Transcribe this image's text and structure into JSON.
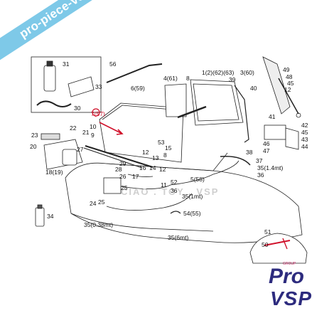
{
  "watermark_text": "pro-piece-vsp.com",
  "faint_watermark": "CIAO . TOY . VSP",
  "logo": {
    "line1": "Pro",
    "line2": "VSP",
    "tagline": "GROUP",
    "color": "#2d2b7e",
    "accent": "#c01d5b"
  },
  "banner_color": "#7ec9e8",
  "highlight_color": "#d0102a",
  "parts": {
    "p31": "31",
    "p33": "33",
    "p30": "30",
    "p56": "56",
    "p6": "6(59)",
    "p4": "4(61)",
    "p8top": "8",
    "p1": "1(2)(62)(63)",
    "p3": "3(60)",
    "p39": "39",
    "p40": "40",
    "p49": "49",
    "p48": "48",
    "p45a": "45",
    "p12a": "12",
    "p7": "7(57)",
    "p10": "10",
    "p9": "9",
    "p22": "22",
    "p21": "21",
    "p23": "23",
    "p20": "20",
    "p27": "27",
    "p18": "18(19)",
    "p53": "53",
    "p15": "15",
    "p12b": "12",
    "p13": "13",
    "p8b": "8",
    "p41": "41",
    "p42": "42",
    "p45b": "45",
    "p43": "43",
    "p44": "44",
    "p46": "46",
    "p47": "47",
    "p38": "38",
    "p37": "37",
    "p35a": "35(1.4mt)",
    "p36": "36",
    "p5": "5(58)",
    "p29": "29",
    "p28": "28",
    "p16": "16",
    "p26": "26",
    "p17": "17",
    "p14": "14",
    "p12c": "12",
    "p11": "11",
    "p52": "52",
    "p25": "25",
    "p24": "24",
    "p25b": "25",
    "p36b": "36",
    "p35b": "35(1mt)",
    "p34": "34",
    "p54": "54(55)",
    "p35c": "35(0.38mt)",
    "p35d": "35(6mt)",
    "p51": "51",
    "p50": "50"
  }
}
